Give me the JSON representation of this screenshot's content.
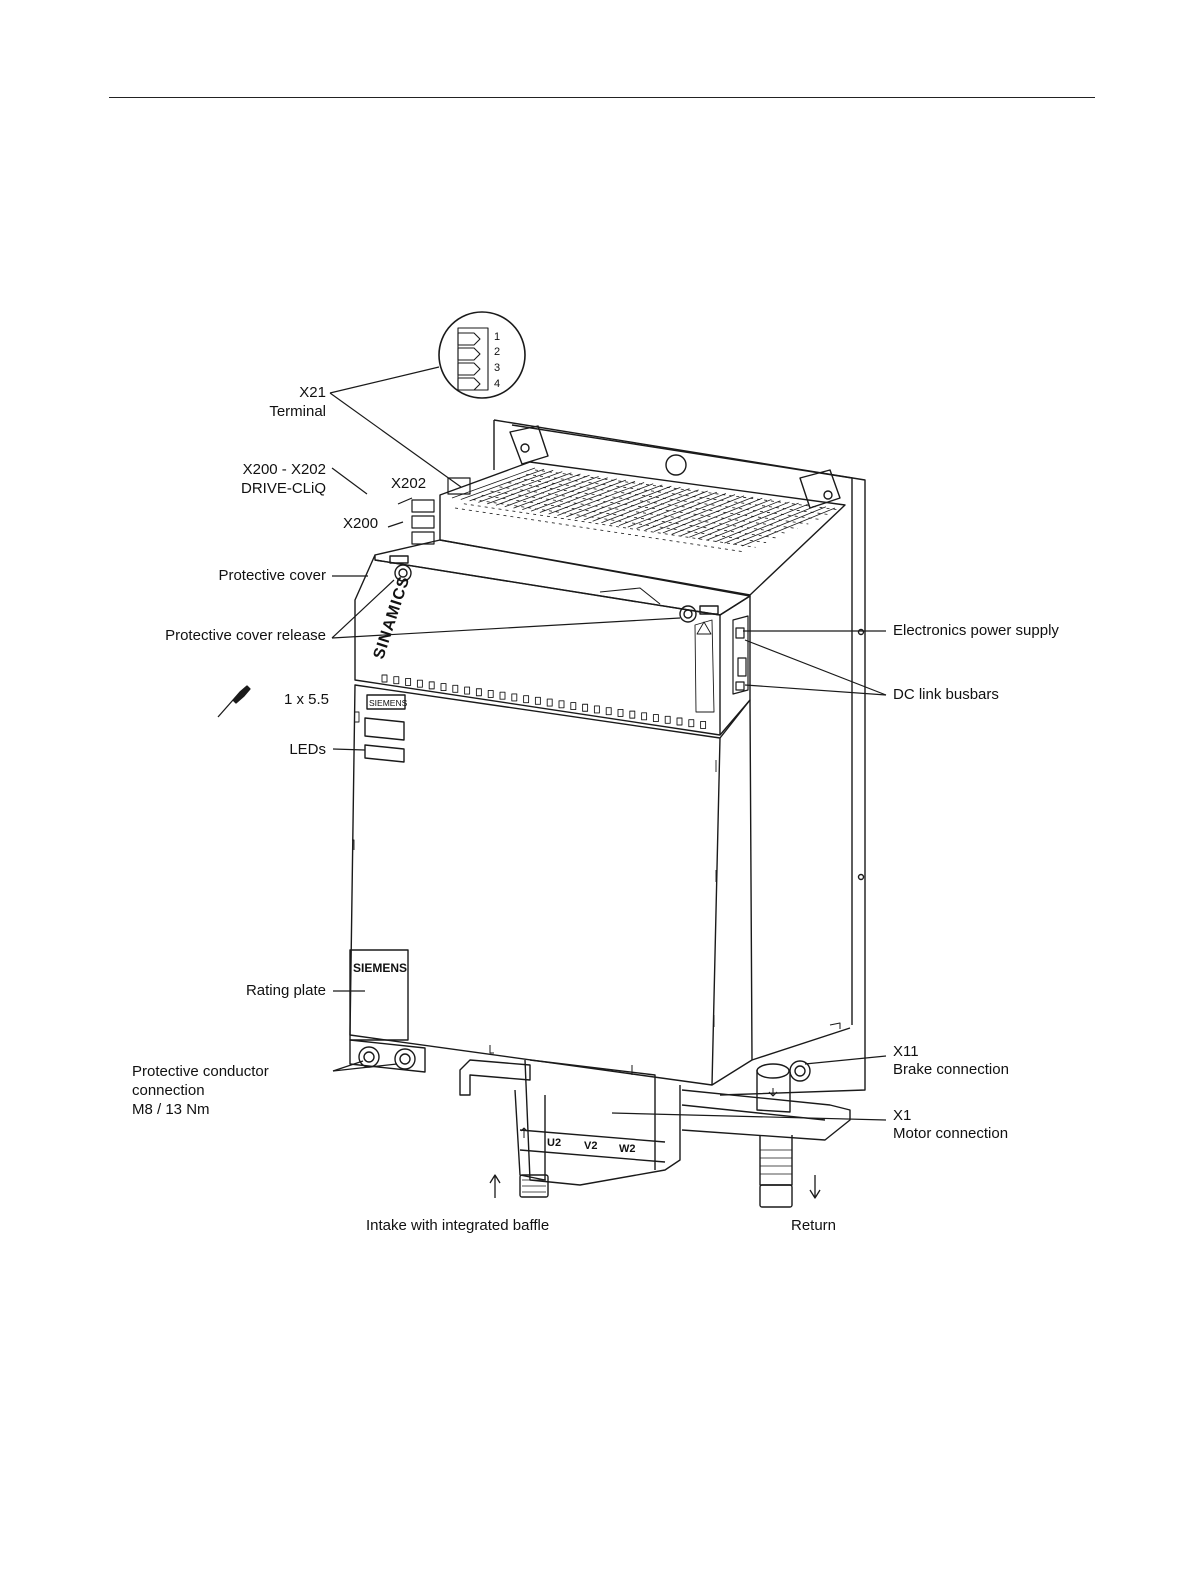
{
  "labels": {
    "x21_id": "X21",
    "x21_name": "Terminal",
    "terminal_pins": [
      "1",
      "2",
      "3",
      "4"
    ],
    "drivecliq_range": "X200 - X202",
    "drivecliq_name": "DRIVE-CLiQ",
    "x202": "X202",
    "x200": "X200",
    "protective_cover": "Protective cover",
    "protective_cover_release": "Protective cover release",
    "screwdriver_size": "1 x 5.5",
    "leds": "LEDs",
    "rating_plate": "Rating plate",
    "pe_line1": "Protective conductor",
    "pe_line2": "connection",
    "pe_line3": "M8 / 13 Nm",
    "electronics_power_supply": "Electronics power supply",
    "dc_link_busbars": "DC link busbars",
    "x11_id": "X11",
    "x11_name": "Brake connection",
    "x1_id": "X1",
    "x1_name": "Motor connection",
    "intake": "Intake with integrated baffle",
    "return": "Return"
  },
  "device": {
    "brand_side": "SINAMICS",
    "brand_front": "SIEMENS",
    "brand_plate": "SIEMENS",
    "motor_terminals": [
      "U2",
      "V2",
      "W2"
    ]
  }
}
